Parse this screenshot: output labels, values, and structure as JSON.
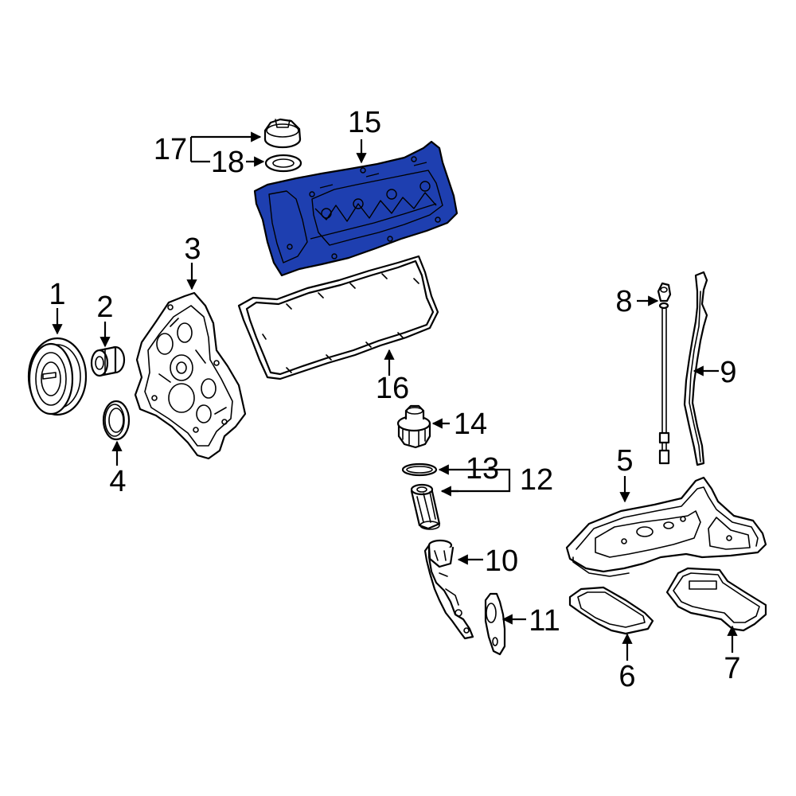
{
  "colors": {
    "highlight": "#1e3fb0",
    "line": "#000000",
    "background": "#ffffff"
  },
  "callouts": {
    "c1": "1",
    "c2": "2",
    "c3": "3",
    "c4": "4",
    "c5": "5",
    "c6": "6",
    "c7": "7",
    "c8": "8",
    "c9": "9",
    "c10": "10",
    "c11": "11",
    "c12": "12",
    "c13": "13",
    "c14": "14",
    "c15": "15",
    "c16": "16",
    "c17": "17",
    "c18": "18"
  },
  "highlighted_part": "15"
}
